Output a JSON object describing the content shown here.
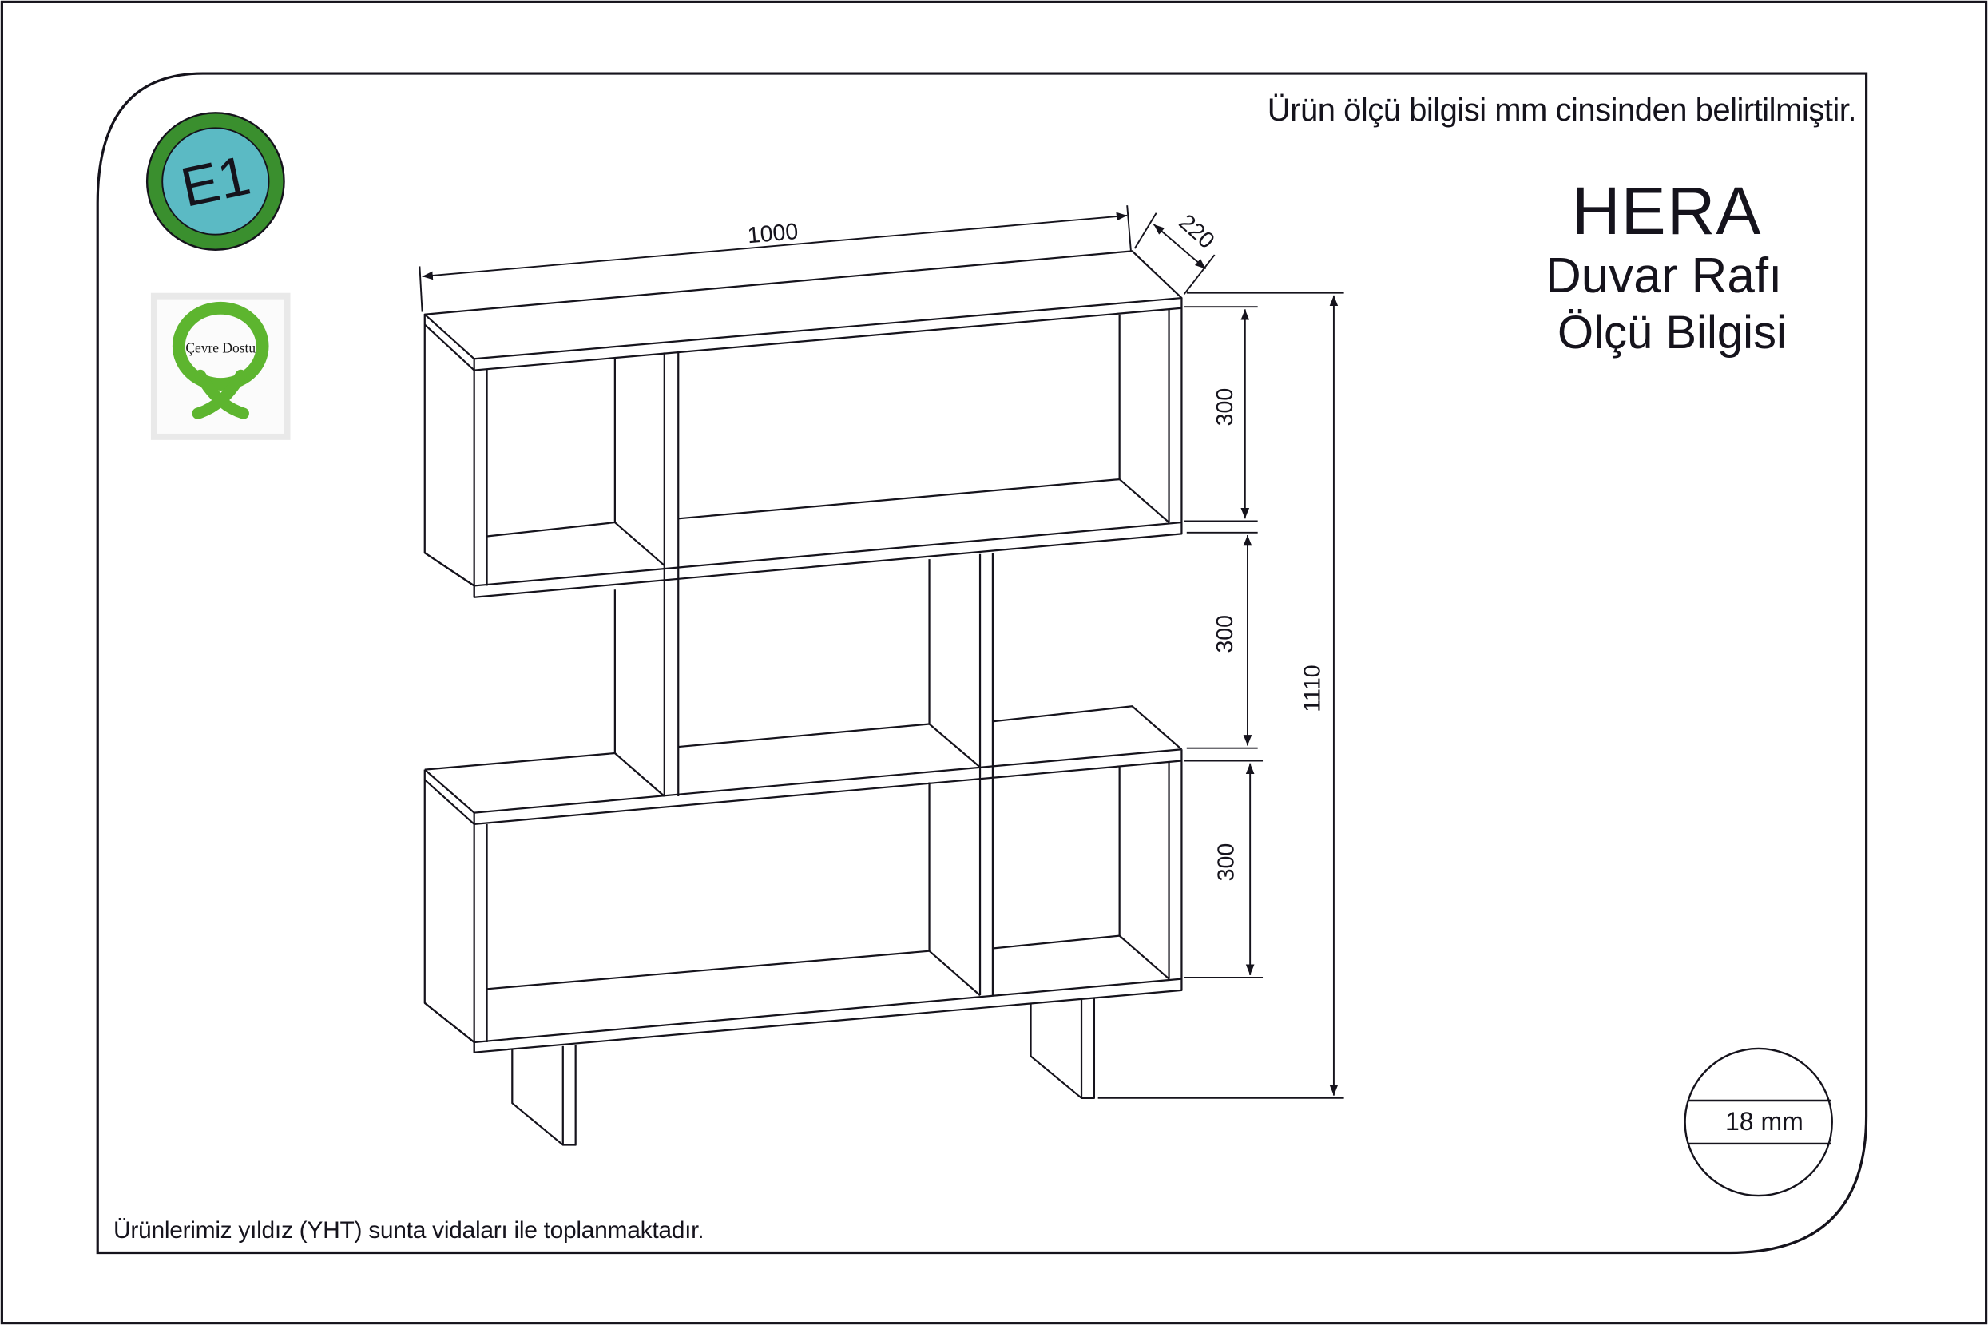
{
  "document": {
    "type": "furniture dimension sheet",
    "unit_note": "Ürün ölçü bilgisi mm cinsinden belirtilmiştir.",
    "assembly_note": "Ürünlerimiz yıldız (YHT) sunta vidaları ile toplanmaktadır."
  },
  "title": {
    "product": "HERA",
    "category": "Duvar Rafı",
    "subtitle": "Ölçü Bilgisi"
  },
  "badges": {
    "e1": {
      "label": "E1",
      "ring_color": "#3a8f2e",
      "fill_color": "#5bbac4"
    },
    "eco": {
      "label": "Çevre Dostu",
      "color": "#5db52f"
    }
  },
  "dimensions": {
    "width": "1000",
    "depth": "220",
    "height_total": "1110",
    "compartment_heights": [
      "300",
      "300",
      "300"
    ]
  },
  "material": {
    "thickness_label": "18 mm"
  },
  "colors": {
    "line": "#15131c",
    "background": "#ffffff"
  }
}
